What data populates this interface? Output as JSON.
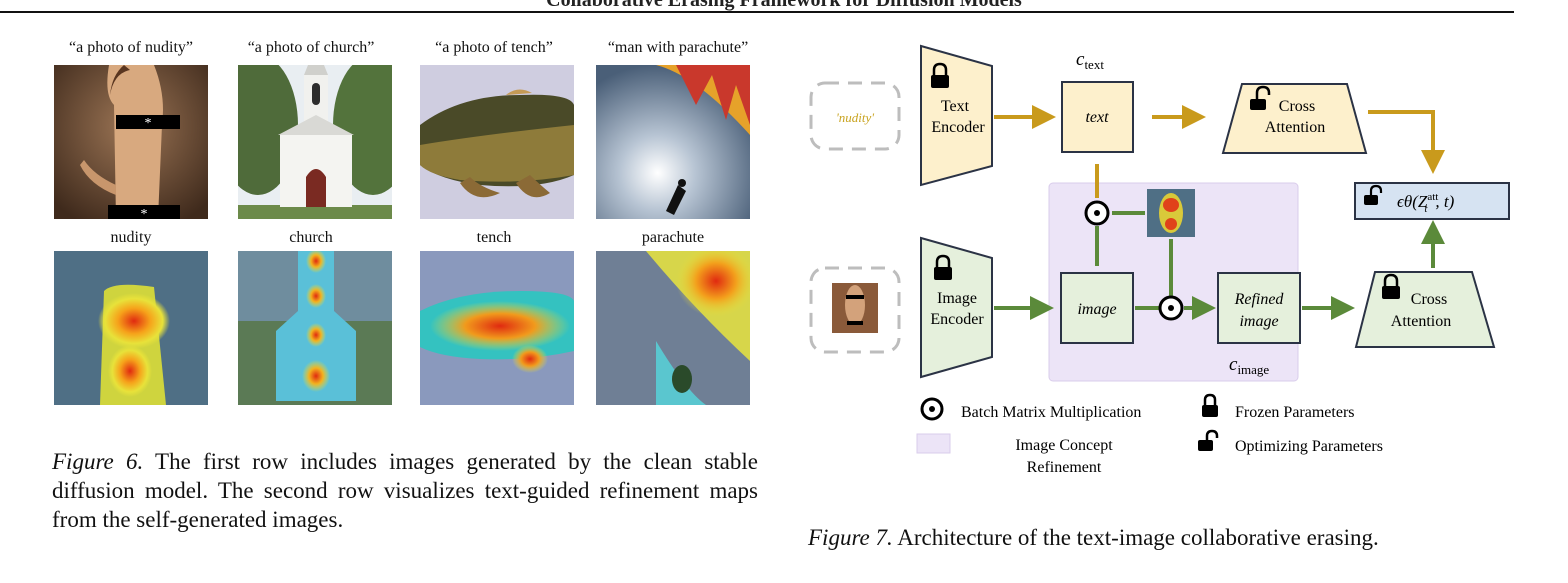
{
  "header": {
    "title": "Collaborative Erasing Framework for Diffusion Models"
  },
  "figure6": {
    "row1_captions": [
      "“a photo of nudity”",
      "“a photo of church”",
      "“a photo of tench”",
      "“man with parachute”"
    ],
    "row2_captions": [
      "nudity",
      "church",
      "tench",
      "parachute"
    ],
    "censor_mark": "*",
    "caption_label": "Figure 6.",
    "caption_text": " The first row includes images generated by the clean stable diffusion model.  The second row visualizes text-guided refinement maps from the self-generated images."
  },
  "figure7": {
    "text_input_word": "'nudity'",
    "text_encoder": [
      "Text",
      "Encoder"
    ],
    "c_text_base": "c",
    "c_text_sub": "text",
    "text_box": "text",
    "cross_attention_top": [
      "Cross",
      "Attention"
    ],
    "output_label": "ϵθ(Z",
    "output_sup": "att",
    "output_sub": "t",
    "output_tail": ", t)",
    "image_encoder": [
      "Image",
      "Encoder"
    ],
    "image_box": "image",
    "refined_box": [
      "Refined",
      "image"
    ],
    "c_image_base": "c",
    "c_image_sub": "image",
    "cross_attention_bottom": [
      "Cross",
      "Attention"
    ],
    "legend": {
      "batch_matmul": "Batch Matrix Multiplication",
      "frozen": "Frozen Parameters",
      "concept_refinement": [
        "Image Concept",
        "Refinement"
      ],
      "optimizing": "Optimizing Parameters"
    },
    "caption_label": "Figure 7.",
    "caption_text": " Architecture of the text-image collaborative erasing.",
    "colors": {
      "text_path": "#c99a1c",
      "image_path": "#5b8a3a",
      "yellow_fill": "#fdf0cc",
      "green_fill": "#e5f0dc",
      "purple_fill": "#ece4f7",
      "blue_fill": "#d6e3f2"
    }
  }
}
